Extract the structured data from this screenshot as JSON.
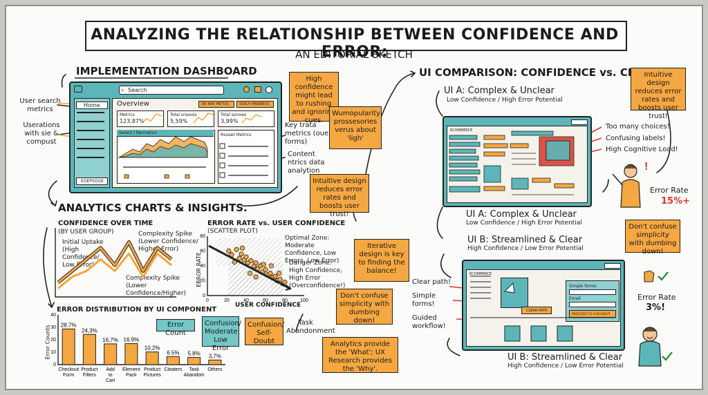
{
  "title": "ANALYZING THE RELATIONSHIP BETWEEN CONFIDENCE AND ERROR:",
  "subtitle": "AN EDITORIAL SKETCH",
  "dashboard": {
    "heading": "IMPLEMENTATION DASHBOARD",
    "search_label": "Search",
    "nav_home": "Home",
    "overview": "Overview",
    "btn1": "ON BAN METIOC",
    "btn2": "SEACH MNEBBOS",
    "metric1_label": "Metrics",
    "metric1_value": "123,87%",
    "metric2_label": "Total sneoois",
    "metric2_value": "5,59%",
    "metric3_label": "Total sonoes",
    "metric3_value": "3,99%",
    "chart_header": "Serect I Rennetion",
    "side_header": "Rsoeet Metrics",
    "footer_btn": "EOEPSOGE",
    "left_note1": "User search metrics",
    "left_note2": "Userations with sie & compust",
    "right_note1": "Key trata metrics (ouen forms)",
    "right_note2": "Content ntrics data analytion"
  },
  "stickies": {
    "s1": "High confidence might lead to rushing and ignoring cues.",
    "s2": "Wumopularity prossesories verus about 'ligh'",
    "s3": "Intuitive design reduces error rates and boosts user trust!",
    "s4": "Iterative design is key to finding the balance!",
    "s5": "Don't confuse simplicity with dumbing down!",
    "s6": "Analytics provide the 'What'; UX Research provides the 'Why'.",
    "s7": "Intuitive design reduces error rates and boosts user trust!",
    "s8": "Don't confuse simplicity with dumbing down!"
  },
  "analytics": {
    "heading": "ANALYTICS CHARTS & INSIGHTS.",
    "line_title": "CONFIDENCE OVER TIME",
    "line_sub": "(BY USER GROUP)",
    "note_uptake": "Initial Uptake (High Confidence/ Low Error)",
    "note_spike1": "Complexity Spike (Lower Confidence/ Higher Error)",
    "note_spike2": "Complexity Spike (Lower Confidence/Higher)",
    "scatter_title": "ERROR RATE vs. USER CONFIDENCE",
    "scatter_sub": "(SCATTER PLOT)",
    "scatter_xlabel": "USER CONFIDENCE",
    "scatter_ylabel": "ERROR RATE",
    "optimal": "Optimal Zone: Moderate Confidence, Low Errors, Low Error)",
    "danger": "Danger Zone: High Confidence, High Error (Overconfidence!)",
    "bar_title": "ERROR DISTRIBUTION BY UI COMPONENT",
    "bar_ylabel": "Error Counts",
    "error_count_tag": "Error Count",
    "confusion_teal": "Confusion/ Moderate Low Error",
    "confusion_orange": "Confusion/ Self-Doubt",
    "task_abandon": "Task Abandonment"
  },
  "comparison": {
    "heading": "UI COMPARISON: CONFIDENCE vs. CLARITY",
    "ui_a_title": "UI A: Complex & Unclear",
    "ui_a_sub": "Low Confidence / High Error Potential",
    "ui_a_title2": "UI A: Complex & Unclear",
    "ui_a_sub2": "Low Confidence / High Error Potential",
    "ui_a_brand": "ECOMMERCE",
    "ui_a_issue1": "Too many choices!",
    "ui_a_issue2": "Confusing labels!",
    "ui_a_issue3": "High Cognitive Load!",
    "ui_a_error_label": "Error Rate",
    "ui_a_error_value": "15%+",
    "ui_b_title": "UI B: Streamlined & Clear",
    "ui_b_sub": "High Confidence / Low Error Potential",
    "ui_b_title2": "UI B: Streamlined & Clear",
    "ui_b_sub2": "High Confidence / Low Error Potential",
    "ui_b_brand": "ECOMMERCE",
    "ui_b_btn1": "CLEAR PATH",
    "ui_b_form_title": "Simple forms",
    "ui_b_form_field": "Email",
    "ui_b_btn2": "PROCEED TO CHECKOUT",
    "ui_b_note1": "Clear path!",
    "ui_b_note2": "Simple forms!",
    "ui_b_note3": "Guided workflow!",
    "ui_b_error_label": "Error Rate",
    "ui_b_error_value": "3%!"
  },
  "colors": {
    "orange": "#f5a742",
    "teal": "#5cb6b9",
    "red": "#d9362b",
    "ink": "#1b1b1b"
  },
  "chart_data": [
    {
      "type": "line",
      "title": "CONFIDENCE OVER TIME",
      "subtitle": "(BY USER GROUP)",
      "x": [
        0,
        1,
        2,
        3,
        4,
        5,
        6,
        7,
        8
      ],
      "series": [
        {
          "values": [
            2,
            4,
            6,
            8,
            5,
            9,
            4,
            8,
            6
          ]
        },
        {
          "values": [
            1,
            3,
            4,
            6,
            4,
            7,
            3,
            7,
            5
          ]
        }
      ]
    },
    {
      "type": "scatter",
      "title": "ERROR RATE vs. USER CONFIDENCE",
      "subtitle": "(SCATTER PLOT)",
      "xlabel": "USER CONFIDENCE",
      "ylabel": "ERROR RATE",
      "xlim": [
        0,
        100
      ],
      "ylim": [
        0,
        80
      ],
      "xticks": [
        0,
        20,
        40,
        60,
        80,
        100
      ],
      "yticks": [
        0,
        20,
        40,
        60,
        80
      ],
      "points": [
        [
          22,
          60
        ],
        [
          25,
          55
        ],
        [
          30,
          62
        ],
        [
          33,
          50
        ],
        [
          35,
          56
        ],
        [
          38,
          48
        ],
        [
          40,
          52
        ],
        [
          42,
          44
        ],
        [
          45,
          47
        ],
        [
          48,
          40
        ],
        [
          50,
          44
        ],
        [
          52,
          36
        ],
        [
          55,
          40
        ],
        [
          57,
          32
        ],
        [
          60,
          35
        ],
        [
          62,
          28
        ],
        [
          65,
          30
        ],
        [
          67,
          24
        ],
        [
          70,
          26
        ],
        [
          72,
          20
        ],
        [
          75,
          22
        ],
        [
          78,
          16
        ],
        [
          80,
          18
        ],
        [
          28,
          45
        ],
        [
          44,
          30
        ],
        [
          58,
          42
        ],
        [
          66,
          40
        ],
        [
          74,
          30
        ],
        [
          36,
          64
        ],
        [
          50,
          25
        ]
      ]
    },
    {
      "type": "bar",
      "title": "ERROR DISTRIBUTION BY UI COMPONENT",
      "ylabel": "Error Counts",
      "ylim": [
        0,
        40
      ],
      "yticks": [
        0,
        10,
        20,
        30,
        40
      ],
      "categories": [
        "Checkout Form",
        "Product Filters",
        "Add to Cart",
        "Element Pack",
        "Product Pictures",
        "Cleaters",
        "Task Abandom",
        "Others"
      ],
      "values": [
        28.7,
        24.3,
        16.7,
        16.9,
        10.2,
        6.5,
        5.8,
        3.7
      ],
      "labels": [
        "28.7%",
        "24,3%",
        "16,7%",
        "16.9%",
        "10,2%",
        "6.5%",
        "5.8%",
        "3,7%"
      ]
    }
  ]
}
